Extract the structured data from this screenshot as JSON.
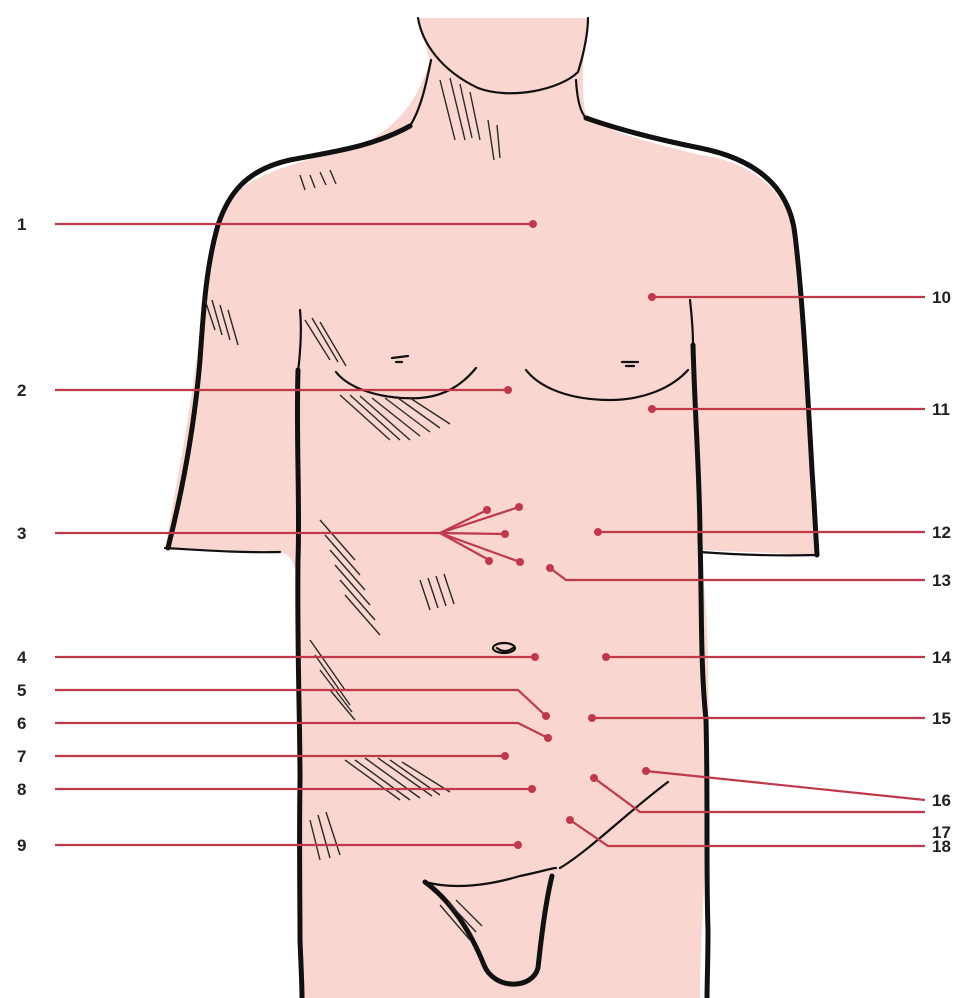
{
  "colors": {
    "skin": "#f9d6cf",
    "leader": "#c0394b",
    "outline": "#111111",
    "label_text": "#222222"
  },
  "labels": {
    "l1": "1",
    "l2": "2",
    "l3": "3",
    "l4": "4",
    "l5": "5",
    "l6": "6",
    "l7": "7",
    "l8": "8",
    "l9": "9",
    "l10": "10",
    "l11": "11",
    "l12": "12",
    "l13": "13",
    "l14": "14",
    "l15": "15",
    "l16": "16",
    "l17": "17",
    "l18": "18"
  }
}
